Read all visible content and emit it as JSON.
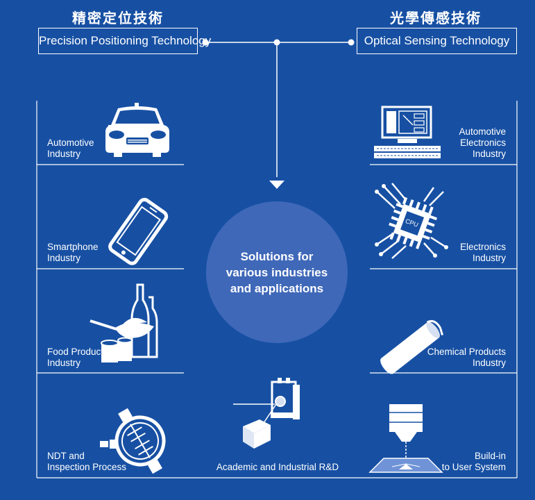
{
  "header": {
    "left_title_cn": "精密定位技術",
    "left_title_en": "Precision Positioning Technology",
    "right_title_cn": "光學傳感技術",
    "right_title_en": "Optical Sensing Technology"
  },
  "center": {
    "line1": "Solutions for",
    "line2": "various industries",
    "line3": "and applications"
  },
  "left_items": [
    {
      "line1": "Automotive",
      "line2": "Industry",
      "icon": "car-icon"
    },
    {
      "line1": "Smartphone",
      "line2": "Industry",
      "icon": "smartphone-icon"
    },
    {
      "line1": "Food Products",
      "line2": "Industry",
      "icon": "food-products-icon"
    },
    {
      "line1": "NDT and",
      "line2": "Inspection Process",
      "icon": "inspection-gauge-icon"
    }
  ],
  "right_items": [
    {
      "line1": "Automotive",
      "line2": "Electronics",
      "line3": "Industry",
      "icon": "computer-workstation-icon"
    },
    {
      "line1": "Electronics",
      "line2": "Industry",
      "icon": "cpu-chip-icon"
    },
    {
      "line1": "Chemical Products",
      "line2": "Industry",
      "icon": "film-roll-icon"
    },
    {
      "line1": "Build-in",
      "line2": "to User System",
      "icon": "laser-head-icon"
    }
  ],
  "bottom_item": {
    "label": "Academic and Industrial R&D",
    "icon": "optical-bench-icon"
  },
  "chip_text": "CPU",
  "colors": {
    "background": "#1750a3",
    "circle": "#3f68b9",
    "line": "#ffffff"
  }
}
